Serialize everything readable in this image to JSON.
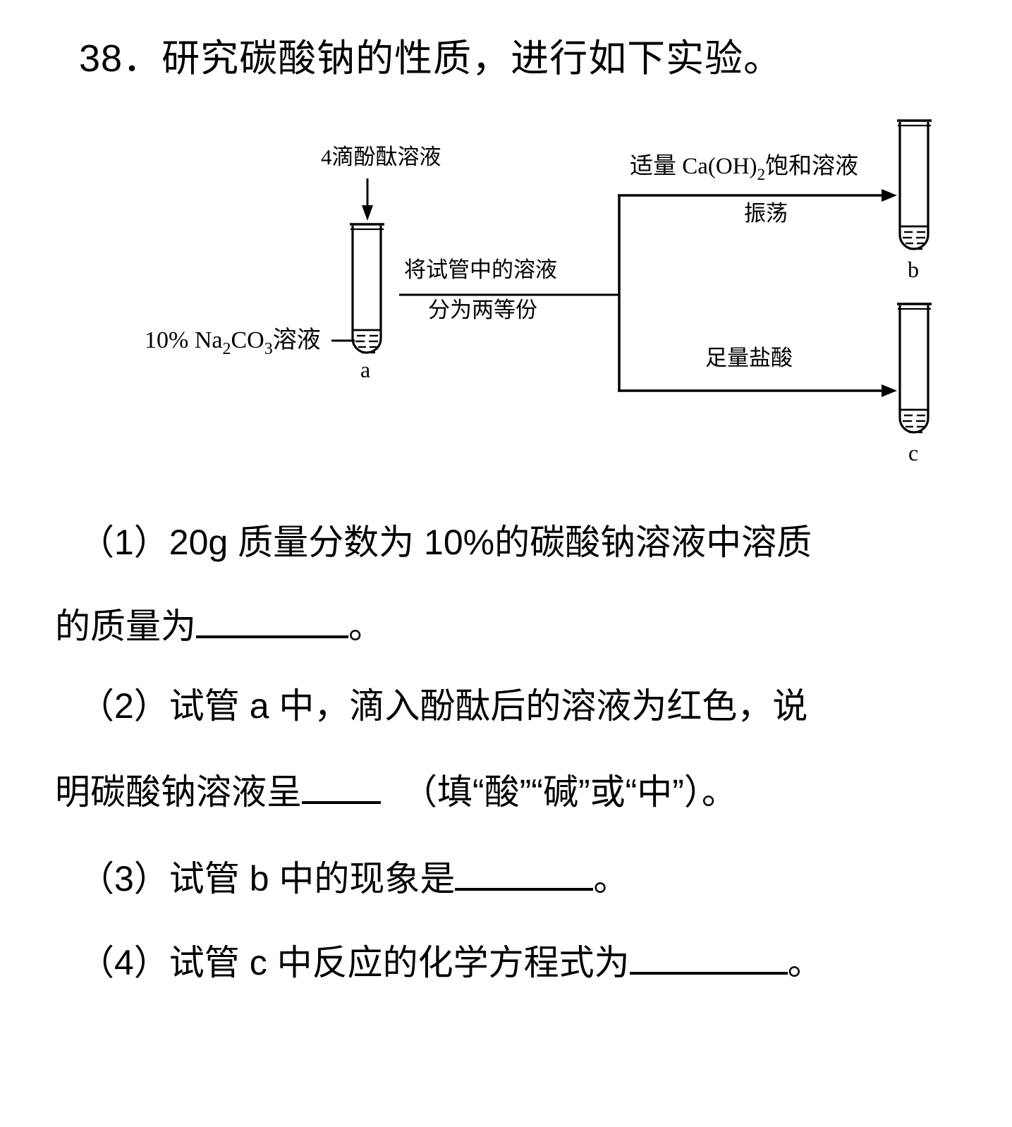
{
  "question": {
    "number": "38",
    "stem": "38．研究碳酸钠的性质，进行如下实验。"
  },
  "diagram": {
    "title": "碳酸钠性质实验流程图",
    "reagent_top_drop": "4滴酚酞溶液",
    "tube_a_label": "10% Na",
    "tube_a_label_sub1": "2",
    "tube_a_label_mid": "CO",
    "tube_a_label_sub2": "3",
    "tube_a_label_end": "溶液",
    "split_line1": "将试管中的溶液",
    "split_line2": "分为两等份",
    "branch_top_line1_pre": "适量 Ca(OH)",
    "branch_top_line1_sub": "2",
    "branch_top_line1_post": "饱和溶液",
    "branch_top_line2": "振荡",
    "branch_bottom_line1": "足量盐酸",
    "tube_a_letter": "a",
    "tube_b_letter": "b",
    "tube_c_letter": "c"
  },
  "parts": {
    "p1_l1": "（1）20g  质量分数为 10%的碳酸钠溶液中溶质",
    "p1_l2_pre": "的质量为",
    "p1_l2_post": "。",
    "p2_l1": "（2）试管 a 中，滴入酚酞后的溶液为红色，说",
    "p2_l2_pre": "明碳酸钠溶液呈",
    "p2_l2_post": "（填“酸”“碱”或“中”）。",
    "p3_pre": "（3）试管 b 中的现象是",
    "p3_post": "。",
    "p4_pre": "（4）试管 c 中反应的化学方程式为",
    "p4_post": "。"
  },
  "colors": {
    "ink": "#000000",
    "paper": "#ffffff"
  }
}
